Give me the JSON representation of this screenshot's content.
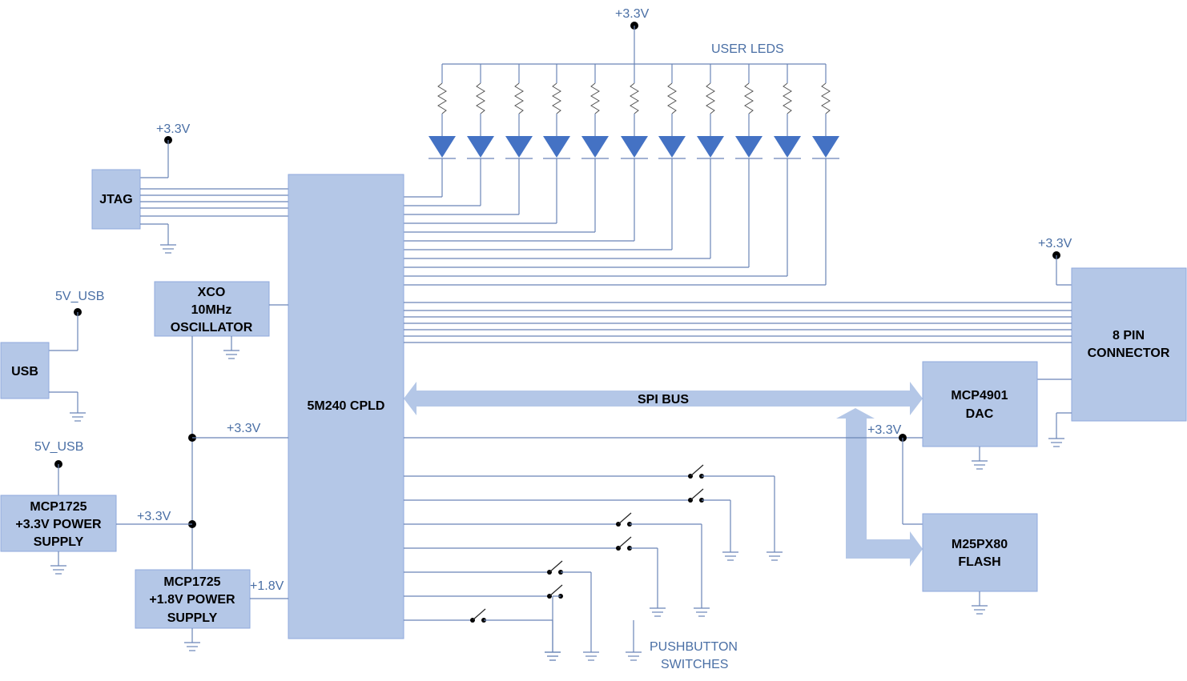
{
  "blocks": {
    "jtag": "JTAG",
    "usb": "USB",
    "xco": [
      "XCO",
      "10MHz",
      "OSCILLATOR"
    ],
    "cpld": "5M240 CPLD",
    "reg33": [
      "MCP1725",
      "+3.3V POWER",
      "SUPPLY"
    ],
    "reg18": [
      "MCP1725",
      "+1.8V POWER",
      "SUPPLY"
    ],
    "connector": [
      "8 PIN",
      "CONNECTOR"
    ],
    "dac": [
      "MCP4901",
      "DAC"
    ],
    "flash": [
      "M25PX80",
      "FLASH"
    ]
  },
  "labels": {
    "v33": "+3.3V",
    "v18": "+1.8V",
    "v5usb": "5V_USB",
    "user_leds": "USER LEDS",
    "spi_bus": "SPI BUS",
    "pushbutton": [
      "PUSHBUTTON",
      "SWITCHES"
    ]
  },
  "colors": {
    "block_fill": "#b4c7e7",
    "wire": "#6a85b6",
    "led": "#4472c4",
    "label_text": "#4a6fa5"
  }
}
